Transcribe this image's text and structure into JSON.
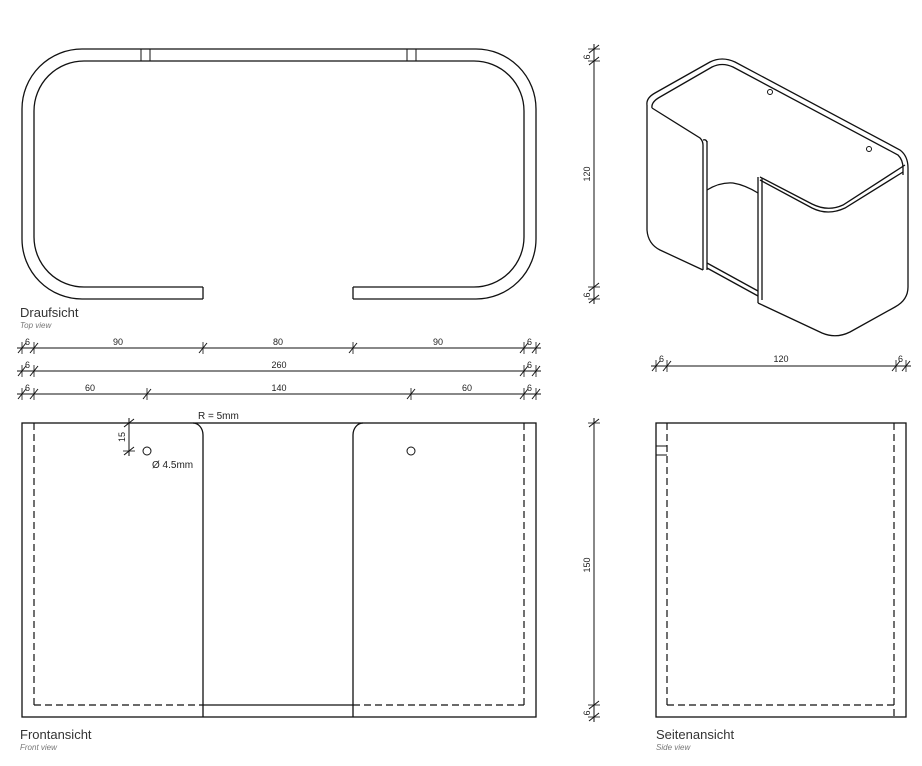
{
  "views": {
    "top": {
      "title": "Draufsicht",
      "subtitle": "Top view"
    },
    "front": {
      "title": "Frontansicht",
      "subtitle": "Front view"
    },
    "side": {
      "title": "Seitenansicht",
      "subtitle": "Side view"
    }
  },
  "dimensions": {
    "row1": [
      "6",
      "90",
      "80",
      "90",
      "6"
    ],
    "row2": [
      "6",
      "260",
      "6"
    ],
    "row3": [
      "6",
      "60",
      "140",
      "60",
      "6"
    ],
    "top_vertical": [
      "6",
      "120",
      "6"
    ],
    "front_vertical": [
      "150",
      "6"
    ],
    "iso_horizontal": [
      "6",
      "120",
      "6"
    ],
    "hole_offset": "15"
  },
  "annotations": {
    "radius": "R = 5mm",
    "hole_diameter": "Ø 4.5mm"
  }
}
